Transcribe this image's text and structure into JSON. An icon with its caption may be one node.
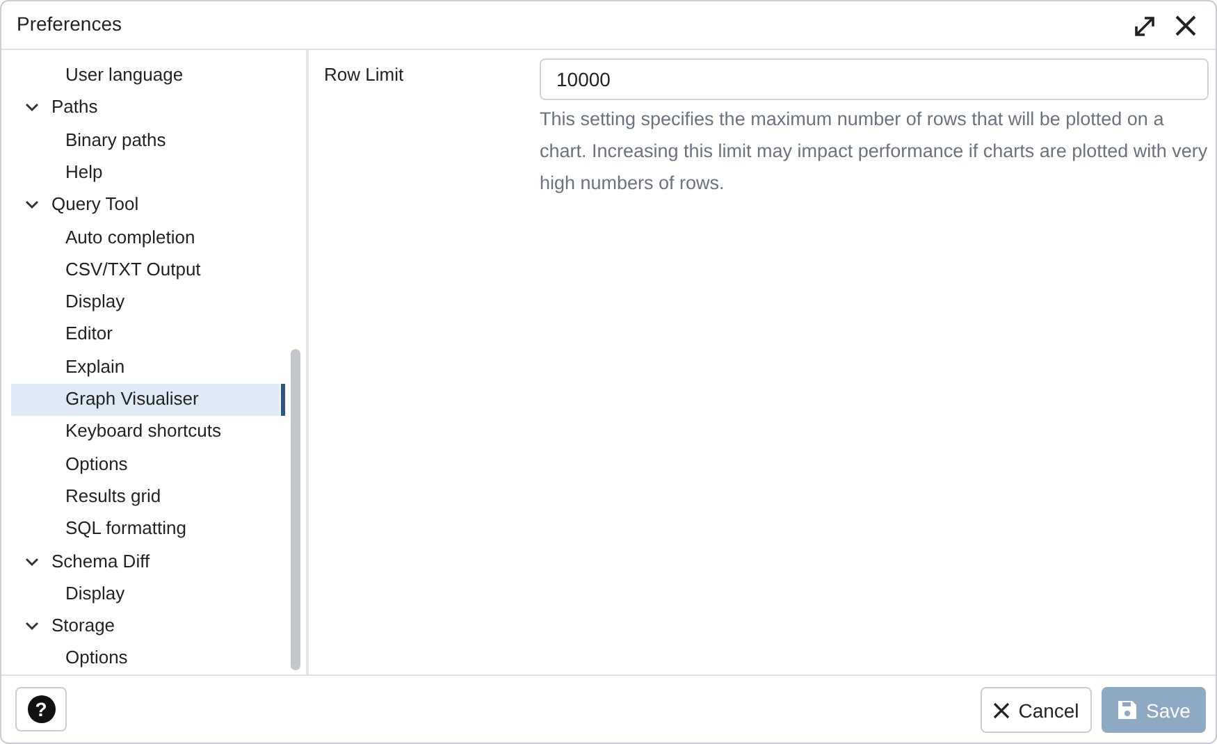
{
  "diagram": {
    "title": "Preferences",
    "nodes": [
      {
        "text": [
          "10000"
        ]
      },
      {
        "text": [
          "?"
        ]
      },
      {
        "text": [
          "Cancel"
        ]
      },
      {
        "text": [
          "Save"
        ]
      }
    ],
    "labels": [
      "User language",
      "Paths",
      "Binary paths",
      "Help",
      "Query Tool",
      "Auto completion",
      "CSV/TXT Output",
      "Display",
      "Editor",
      "Explain",
      "Graph Visualiser",
      "Keyboard shortcuts",
      "Options",
      "Results grid",
      "SQL formatting",
      "Schema Diff",
      "Display",
      "Storage",
      "Options",
      "Row Limit",
      "This setting specifies the maximum number of rows that will be plotted on a chart. Increasing this limit may impact performance if charts are plotted with very high numbers of rows."
    ]
  }
}
